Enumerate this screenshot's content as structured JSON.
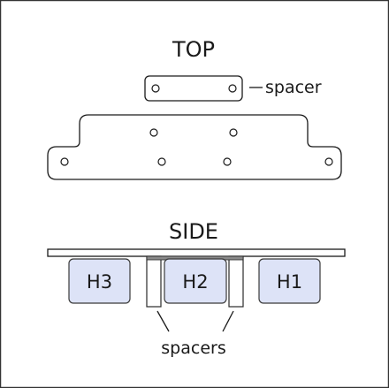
{
  "top_view": {
    "title": "TOP",
    "spacer_label": "spacer"
  },
  "side_view": {
    "title": "SIDE",
    "headers": [
      {
        "label": "H3"
      },
      {
        "label": "H2"
      },
      {
        "label": "H1"
      }
    ],
    "spacers_label": "spacers"
  },
  "colors": {
    "header_fill": "#dde3f7",
    "outline": "#1a1a1a",
    "frame": "#333333"
  }
}
